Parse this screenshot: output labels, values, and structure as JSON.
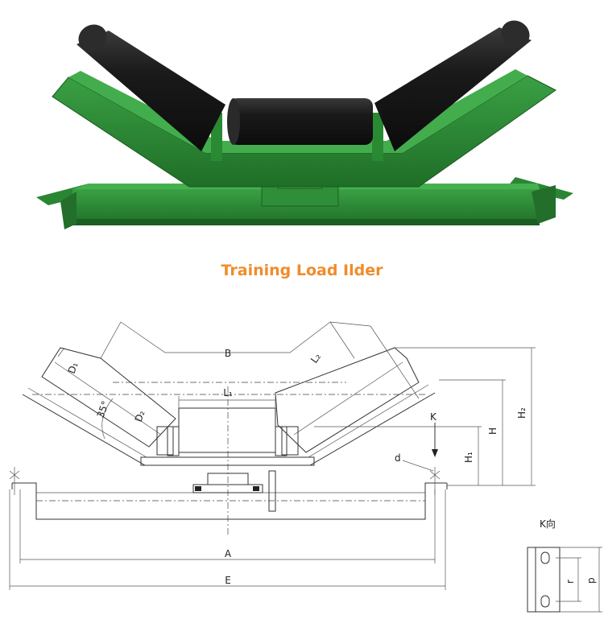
{
  "caption": "Training Load Ilder",
  "colors": {
    "frame": "#2d8a35",
    "roller": "#1c1c1c",
    "caption": "#f08c2a"
  },
  "labels": {
    "b": "B",
    "l1": "L₁",
    "l2": "L₂",
    "d1": "D₁",
    "d2": "D₂",
    "angle": "35°",
    "k": "K",
    "d": "d",
    "h": "H",
    "h1": "H₁",
    "h2": "H₂",
    "a": "A",
    "e": "E",
    "k_view": "K向",
    "r": "r",
    "p": "p"
  }
}
